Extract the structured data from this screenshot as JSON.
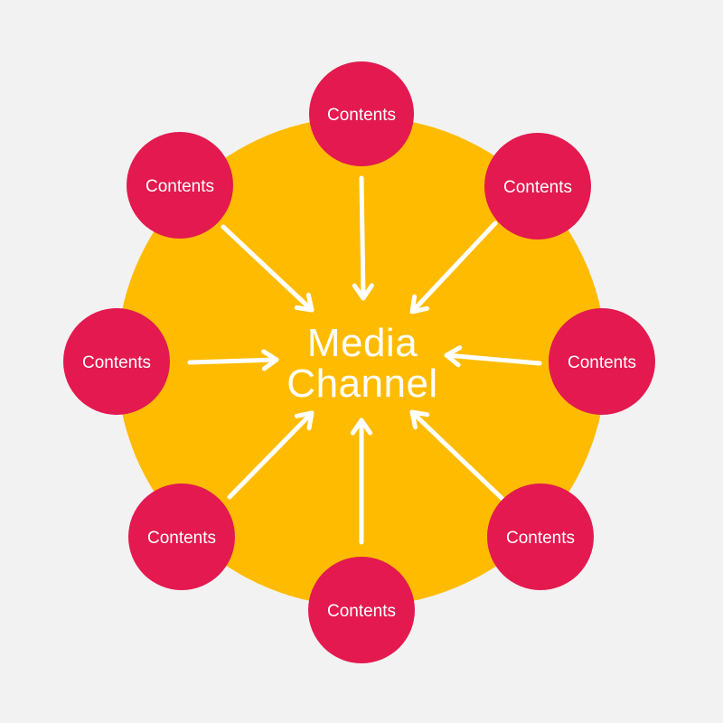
{
  "colors": {
    "background": "#f2f2f2",
    "hub": "#ffbb00",
    "node": "#e3194f",
    "text": "#ffffff",
    "arrow": "#ffffff"
  },
  "center": {
    "line1": "Media",
    "line2": "Channel"
  },
  "nodes": [
    {
      "label": "Contents",
      "position": "top"
    },
    {
      "label": "Contents",
      "position": "top-right"
    },
    {
      "label": "Contents",
      "position": "right"
    },
    {
      "label": "Contents",
      "position": "bottom-right"
    },
    {
      "label": "Contents",
      "position": "bottom"
    },
    {
      "label": "Contents",
      "position": "bottom-left"
    },
    {
      "label": "Contents",
      "position": "left"
    },
    {
      "label": "Contents",
      "position": "top-left"
    }
  ],
  "arrow_direction": "inward"
}
